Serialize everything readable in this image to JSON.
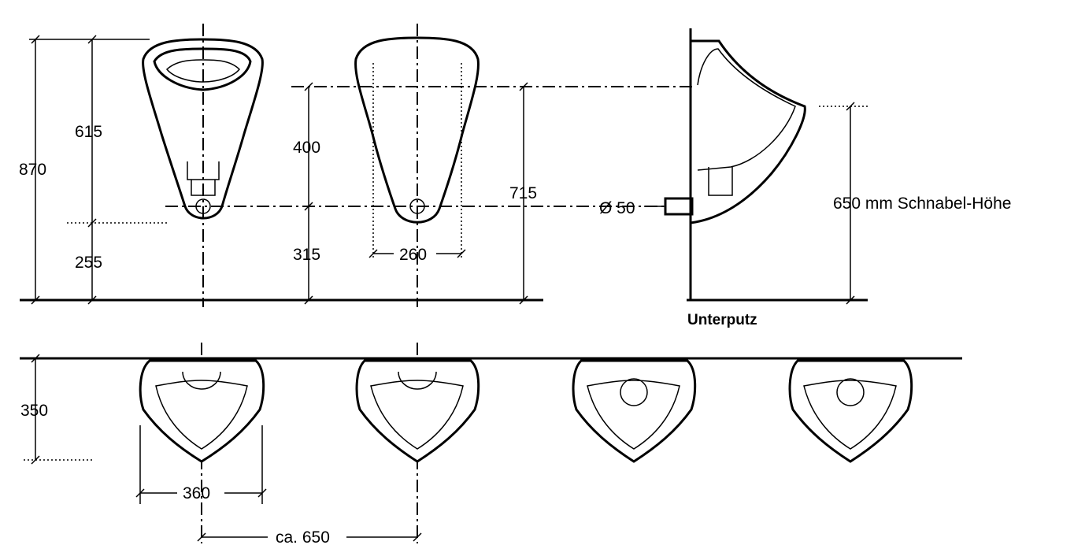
{
  "dimensions": {
    "total_height": "870",
    "bowl_height": "615",
    "floor_to_outlet": "255",
    "inlet_to_outlet": "400",
    "outlet_height": "315",
    "inlet_height": "715",
    "back_width": "260",
    "outlet_diameter": "Ø 50",
    "lip_height": "650 mm Schnabel-Höhe",
    "depth": "350",
    "width": "360",
    "spacing": "ca. 650"
  },
  "labels": {
    "concealed": "Unterputz"
  }
}
